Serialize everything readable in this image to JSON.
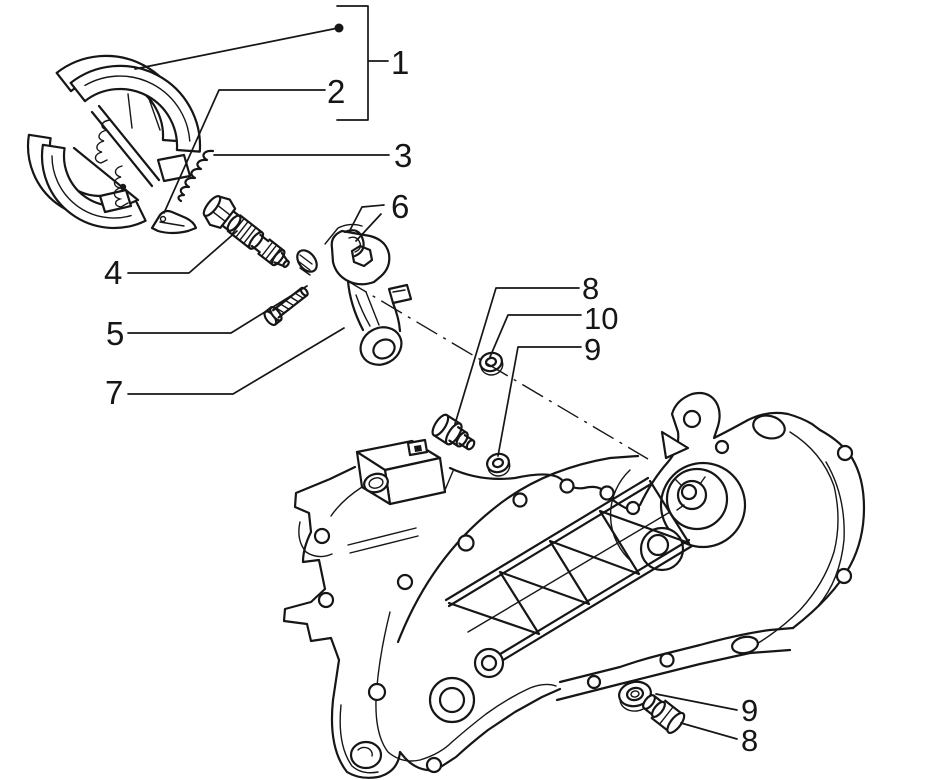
{
  "diagram": {
    "kind": "exploded-parts-line-diagram",
    "background": "#ffffff",
    "ink": "#161616",
    "callouts": [
      {
        "id": "c1",
        "label": "1"
      },
      {
        "id": "c2",
        "label": "2"
      },
      {
        "id": "c3",
        "label": "3"
      },
      {
        "id": "c4",
        "label": "4"
      },
      {
        "id": "c5",
        "label": "5"
      },
      {
        "id": "c6",
        "label": "6"
      },
      {
        "id": "c7",
        "label": "7"
      },
      {
        "id": "c8",
        "label": "8"
      },
      {
        "id": "c10",
        "label": "10"
      },
      {
        "id": "c9",
        "label": "9"
      },
      {
        "id": "c9b",
        "label": "9"
      },
      {
        "id": "c8b",
        "label": "8"
      }
    ]
  }
}
